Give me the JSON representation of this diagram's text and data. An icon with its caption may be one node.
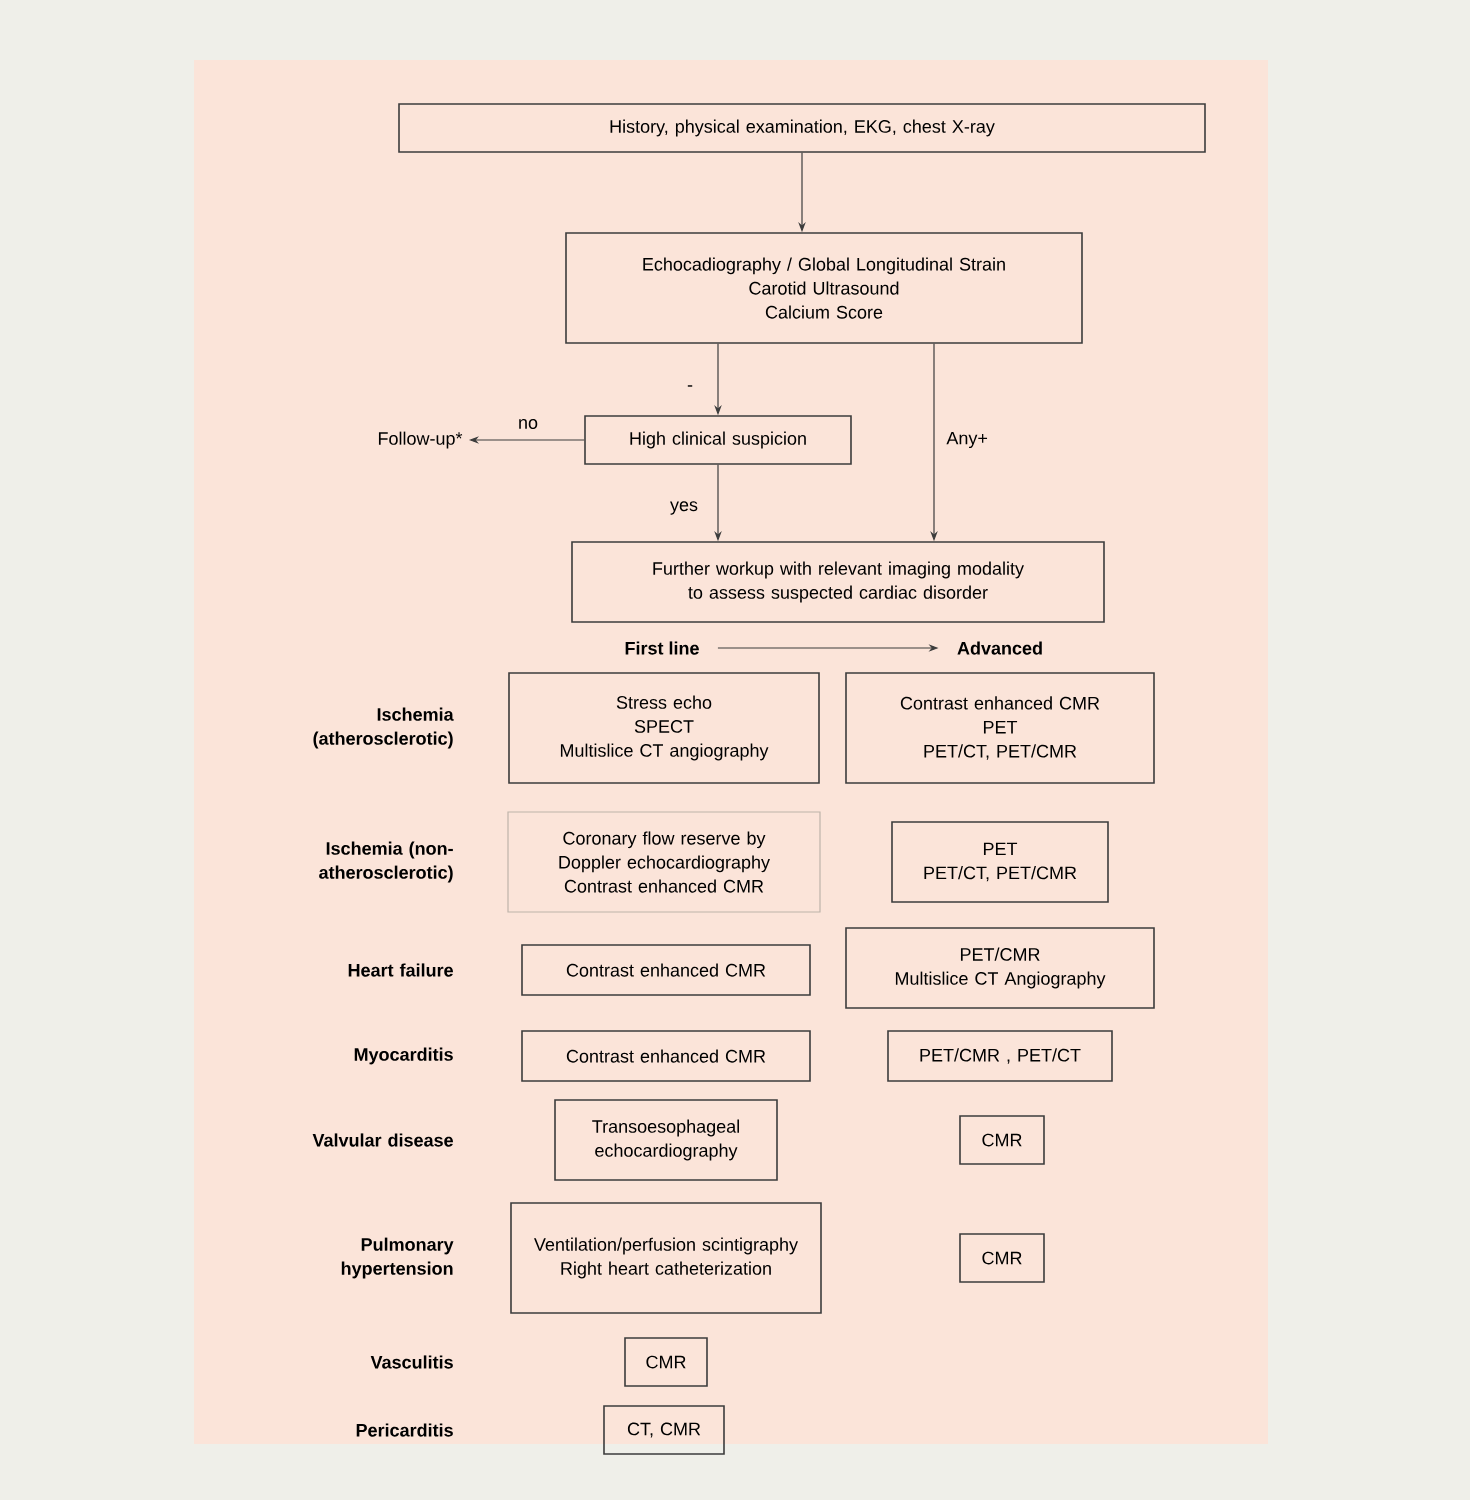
{
  "diagram": {
    "nodes": [
      {
        "text": [
          "History, physical examination, EKG, chest X-ray"
        ]
      },
      {
        "text": [
          "Echocadiography / Global Longitudinal Strain",
          "Carotid Ultrasound",
          "Calcium Score"
        ]
      },
      {
        "text": [
          "High clinical suspicion"
        ]
      },
      {
        "text": [
          "Follow-up*"
        ]
      },
      {
        "text": [
          "Further workup with relevant imaging modality to assess suspected cardiac disorder"
        ]
      },
      {
        "text": [
          "First line"
        ]
      },
      {
        "text": [
          "Advanced"
        ]
      },
      {
        "text": [
          "Stress echo",
          "SPECT",
          "Multislice CT angiography"
        ]
      },
      {
        "text": [
          "Contrast enhanced CMR",
          "PET",
          "PET/CT, PET/CMR"
        ]
      },
      {
        "text": [
          "Coronary flow reserve by Doppler echocardiography",
          "Contrast enhanced CMR"
        ]
      },
      {
        "text": [
          "PET",
          "PET/CT, PET/CMR"
        ]
      },
      {
        "text": [
          "Contrast enhanced CMR"
        ]
      },
      {
        "text": [
          "PET/CMR",
          "Multislice CT Angiography"
        ]
      },
      {
        "text": [
          "Contrast enhanced CMR"
        ]
      },
      {
        "text": [
          "PET/CMR , PET/CT"
        ]
      },
      {
        "text": [
          "Transoesophageal echocardiography"
        ]
      },
      {
        "text": [
          "CMR"
        ]
      },
      {
        "text": [
          "Ventilation/perfusion scintigraphy",
          "Right heart catheterization"
        ]
      },
      {
        "text": [
          "CMR"
        ]
      },
      {
        "text": [
          "CMR"
        ]
      },
      {
        "text": [
          "CT, CMR"
        ]
      }
    ],
    "edges": [
      {
        "from": 0,
        "to": 1,
        "arrow": "to"
      },
      {
        "from": 1,
        "to": 2,
        "arrow": "to",
        "label": "-"
      },
      {
        "from": 2,
        "to": 3,
        "arrow": "to",
        "label": "no"
      },
      {
        "from": 2,
        "to": 4,
        "arrow": "to",
        "label": "yes"
      },
      {
        "from": 1,
        "to": 4,
        "arrow": "to",
        "label": "Any+"
      },
      {
        "from": 5,
        "to": 6,
        "arrow": "to"
      }
    ],
    "labels": [
      "Ischemia (atherosclerotic)",
      "Ischemia (non-atherosclerotic)",
      "Heart failure",
      "Myocarditis",
      "Valvular disease",
      "Pulmonary hypertension",
      "Vasculitis",
      "Pericarditis"
    ]
  }
}
